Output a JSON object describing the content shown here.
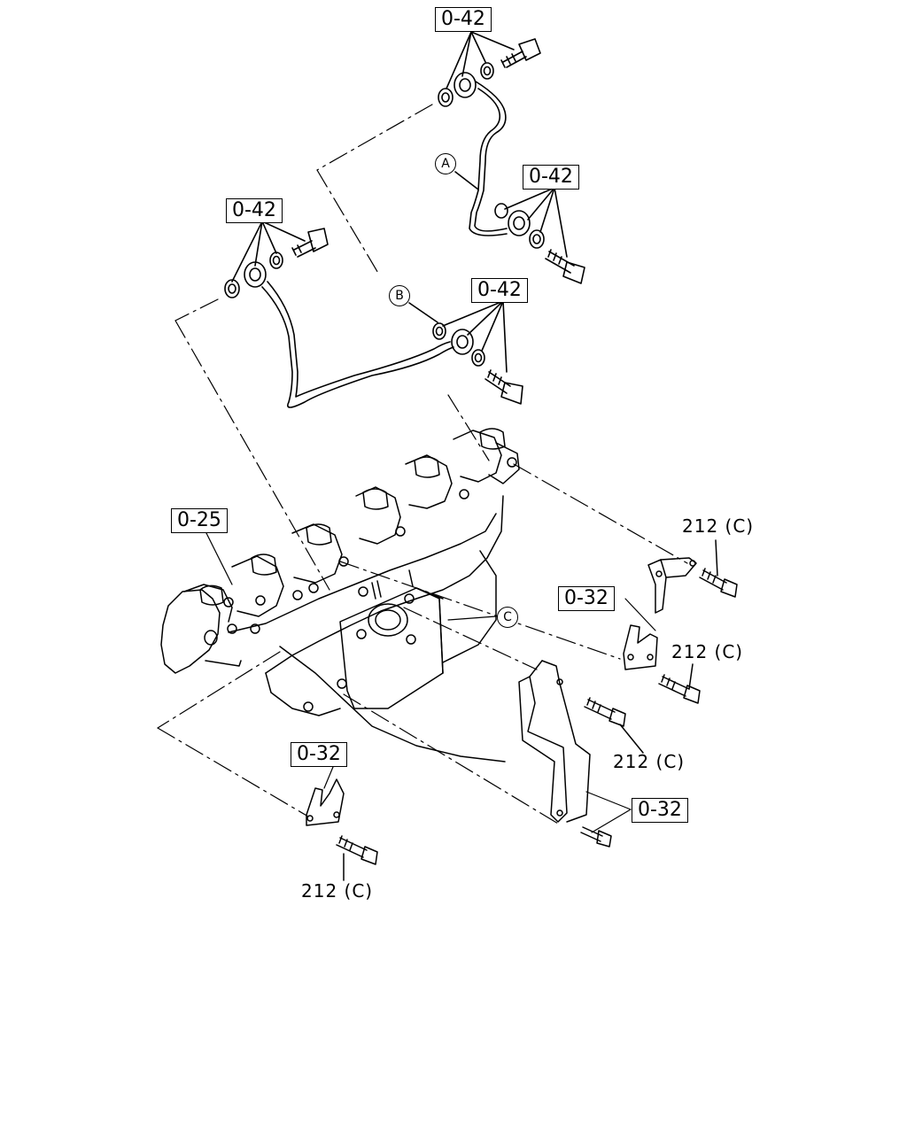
{
  "callouts": {
    "top": "0-42",
    "upper_right": "0-42",
    "upper_left": "0-42",
    "middle": "0-42",
    "manifold": "0-25",
    "bracket_right": "0-32",
    "bracket_left": "0-32",
    "bracket_bottom": "0-32"
  },
  "bolts": {
    "b1": "212 (C)",
    "b2": "212 (C)",
    "b3": "212 (C)",
    "b4": "212 (C)"
  },
  "markers": {
    "a": "A",
    "b": "B",
    "c": "C"
  }
}
